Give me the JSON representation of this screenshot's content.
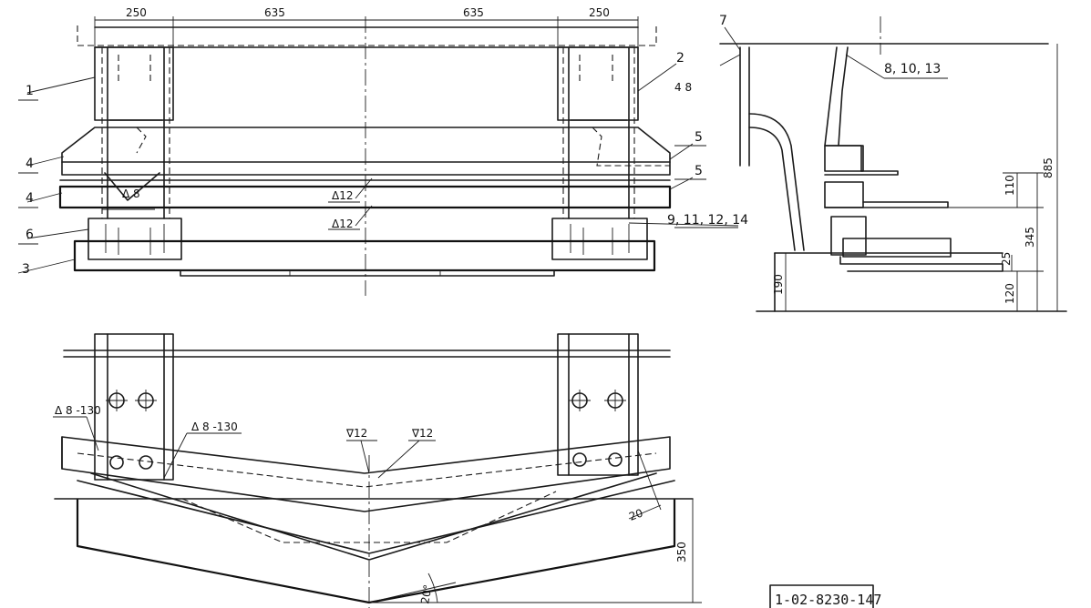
{
  "front_view": {
    "dims_top": [
      "250",
      "635",
      "635",
      "250"
    ],
    "weld_symbols": [
      "Δ12",
      "Δ12"
    ],
    "weld_left": "Δ 8",
    "callouts": [
      "1",
      "4",
      "4",
      "6",
      "3",
      "2",
      "5",
      "5"
    ],
    "callout_group": "9, 11, 12, 14"
  },
  "side_view": {
    "callout_7": "7",
    "weld": "4 8",
    "callout_group": "8, 10, 13",
    "dims": [
      "885",
      "110",
      "345",
      "25",
      "190",
      "120"
    ]
  },
  "plan_view": {
    "weld_left": "Δ 8 -130",
    "weld_left2": "Δ 8 -130",
    "weld_center": [
      "∇12",
      "∇12"
    ],
    "dim_depth": "350",
    "dim_small": "20",
    "angle": "20°"
  },
  "title_block": {
    "code": "1-02-8230-147"
  }
}
